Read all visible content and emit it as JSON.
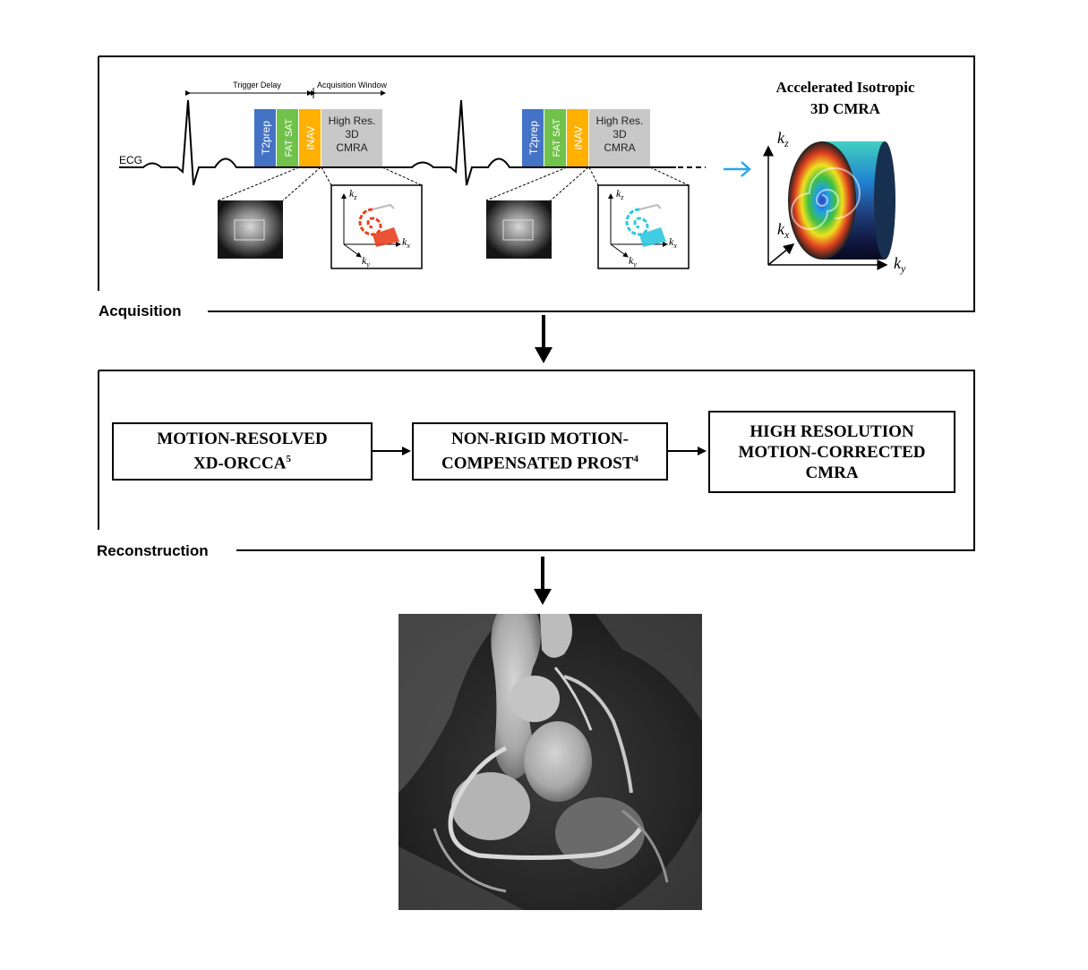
{
  "acquisition": {
    "section_label": "Acquisition",
    "ecg_label": "ECG",
    "trigger_delay_label": "Trigger Delay",
    "acq_window_label": "Acquisition Window",
    "blocks": {
      "t2prep": "T2prep",
      "fatsat": "FAT SAT",
      "inav": "iNAV",
      "highres_line1": "High Res.",
      "highres_line2": "3D",
      "highres_line3": "CMRA"
    },
    "kspace_axes": {
      "kz": "k",
      "kz_sub": "z",
      "kx": "k",
      "kx_sub": "x",
      "ky": "k",
      "ky_sub": "y"
    },
    "result_title_line1": "Accelerated Isotropic",
    "result_title_line2": "3D CMRA",
    "colors": {
      "t2prep": "#4472c4",
      "fatsat": "#70c24a",
      "inav": "#ffb000",
      "highres": "#c8c8c8",
      "spiral_red": "#e84020",
      "spiral_cyan": "#2ec8e0",
      "arrow_blue": "#2aa7e6"
    }
  },
  "reconstruction": {
    "section_label": "Reconstruction",
    "step1_line1": "MOTION-RESOLVED",
    "step1_line2": "XD-ORCCA",
    "step1_sup": "5",
    "step2_line1": "NON-RIGID MOTION-",
    "step2_line2": "COMPENSATED PROST",
    "step2_sup": "4",
    "step3_line1": "HIGH RESOLUTION",
    "step3_line2": "MOTION-CORRECTED",
    "step3_line3": "CMRA"
  }
}
